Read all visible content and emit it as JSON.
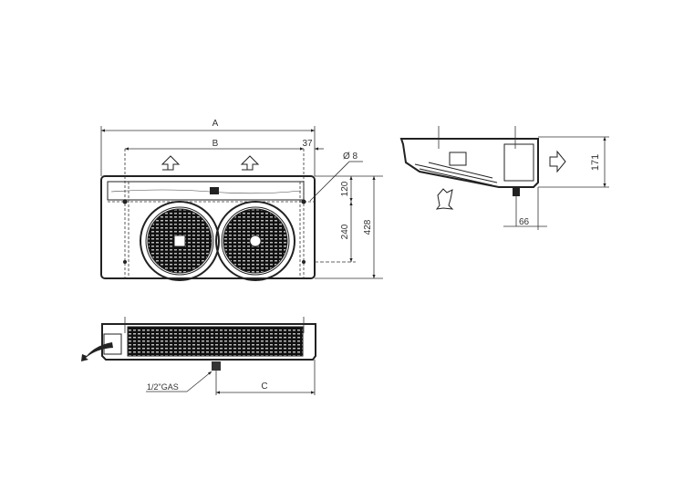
{
  "front_view": {
    "dim_a": "A",
    "dim_b": "B",
    "dim_offset": "37",
    "hole_diameter": "Ø 8",
    "dim_top_panel": "120",
    "dim_hole_spacing": "240",
    "dim_depth": "428"
  },
  "side_view": {
    "dim_height": "171",
    "dim_drain_offset": "66"
  },
  "bottom_view": {
    "drain_label": "1/2\"GAS",
    "dim_c": "C"
  }
}
